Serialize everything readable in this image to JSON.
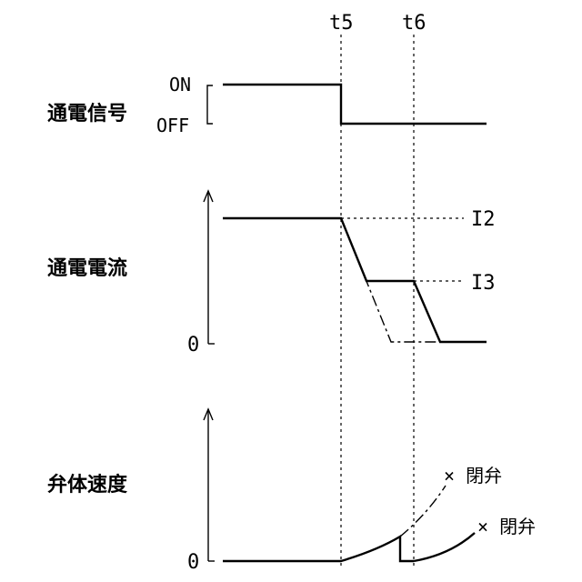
{
  "markers": {
    "t5": "t5",
    "t6": "t6"
  },
  "panel1": {
    "label": "通電信号",
    "on": "ON",
    "off": "OFF"
  },
  "panel2": {
    "label": "通電電流",
    "i2": "I2",
    "i3": "I3",
    "zero": "0"
  },
  "panel3": {
    "label": "弁体速度",
    "zero": "0",
    "close1": "× 閉弁",
    "close2": "× 閉弁"
  }
}
